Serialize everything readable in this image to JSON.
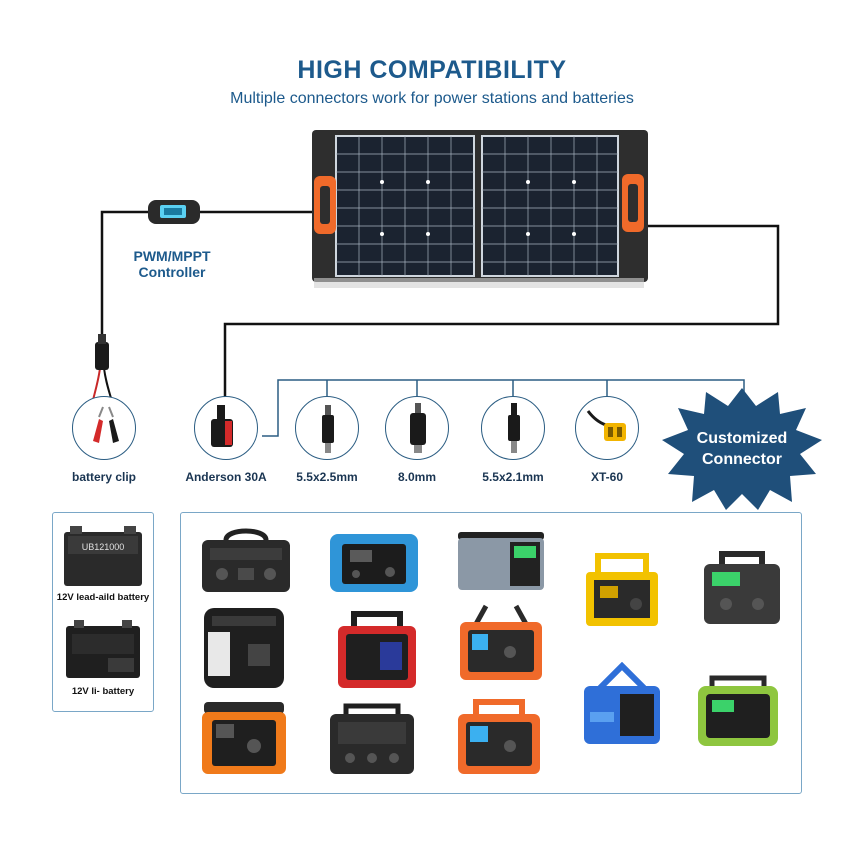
{
  "header": {
    "title": "HIGH COMPATIBILITY",
    "subtitle": "Multiple connectors work for power stations and batteries"
  },
  "controller": {
    "label_line1": "PWM/MPPT",
    "label_line2": "Controller"
  },
  "connectors": [
    {
      "label": "battery clip",
      "icon": "battery-clip-icon"
    },
    {
      "label": "Anderson 30A",
      "icon": "anderson-connector-icon"
    },
    {
      "label": "5.5x2.5mm",
      "icon": "dc-plug-icon"
    },
    {
      "label": "8.0mm",
      "icon": "dc-plug-icon"
    },
    {
      "label": "5.5x2.1mm",
      "icon": "dc-plug-icon"
    },
    {
      "label": "XT-60",
      "icon": "xt60-connector-icon"
    }
  ],
  "custom_badge": {
    "line1": "Customized",
    "line2": "Connector"
  },
  "batteries": [
    {
      "label": "12V lead-aild battery",
      "printed": "UB121000"
    },
    {
      "label": "12V li- battery"
    }
  ],
  "colors": {
    "title": "#1d5a8c",
    "badge": "#1f4f7a",
    "panel_orange": "#f06a2a",
    "box_border": "#7aa7c7"
  }
}
